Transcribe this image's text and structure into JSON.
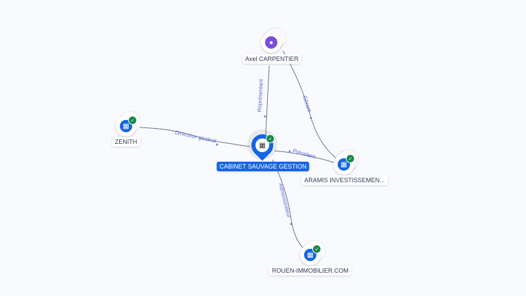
{
  "nodes": {
    "person": {
      "name": "Axel CARPENTIER",
      "icon": "person-icon",
      "color": "#7c4ddb"
    },
    "zenith": {
      "name": "ZENITH",
      "icon": "company-icon"
    },
    "cabinet": {
      "name": "CABINET SAUVAGE GESTION",
      "icon": "company-icon"
    },
    "aramis": {
      "name": "ARAMIS INVESTISSEMEN..."
    },
    "rouen": {
      "name": "ROUEN-IMMOBILIER.COM"
    }
  },
  "edges": {
    "representant": "Représentant",
    "gerant": "Gérant",
    "directeur": "Directeur général",
    "president": "Président",
    "administrateur": "Administrateur"
  },
  "colors": {
    "company": "#1565e6",
    "verified": "#188a4a",
    "edge": "#6a7390",
    "edge_label": "#5a6fd6"
  }
}
